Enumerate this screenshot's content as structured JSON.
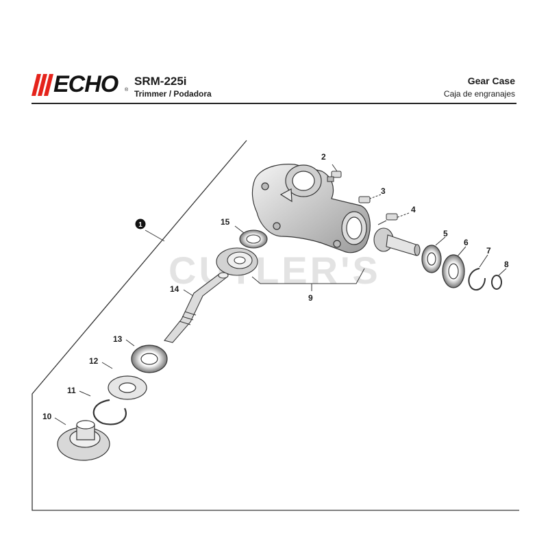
{
  "header": {
    "brand": "ECHO",
    "brand_mark": "®",
    "model": "SRM-225i",
    "subtitle": "Trimmer / Podadora",
    "title_en": "Gear Case",
    "title_es": "Caja de engranajes"
  },
  "watermark": "CUTLER'S",
  "callouts": {
    "c1": "1",
    "c2": "2",
    "c3": "3",
    "c4": "4",
    "c5": "5",
    "c6": "6",
    "c7": "7",
    "c8": "8",
    "c9": "9",
    "c10": "10",
    "c11": "11",
    "c12": "12",
    "c13": "13",
    "c14": "14",
    "c15": "15"
  },
  "colors": {
    "ink": "#1a1a1a",
    "logo_red": "#e5231b",
    "watermark": "#d8d8d8"
  }
}
